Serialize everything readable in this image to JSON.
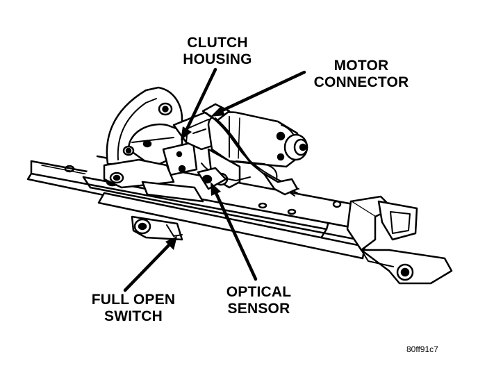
{
  "diagram": {
    "labels": {
      "clutch_housing": [
        "CLUTCH",
        "HOUSING"
      ],
      "motor_connector": [
        "MOTOR",
        "CONNECTOR"
      ],
      "full_open_switch": [
        "FULL OPEN",
        "SWITCH"
      ],
      "optical_sensor": [
        "OPTICAL",
        "SENSOR"
      ]
    },
    "figure_code": "80ff91c7"
  },
  "colors": {
    "ink": "#000000",
    "paper": "#ffffff"
  }
}
